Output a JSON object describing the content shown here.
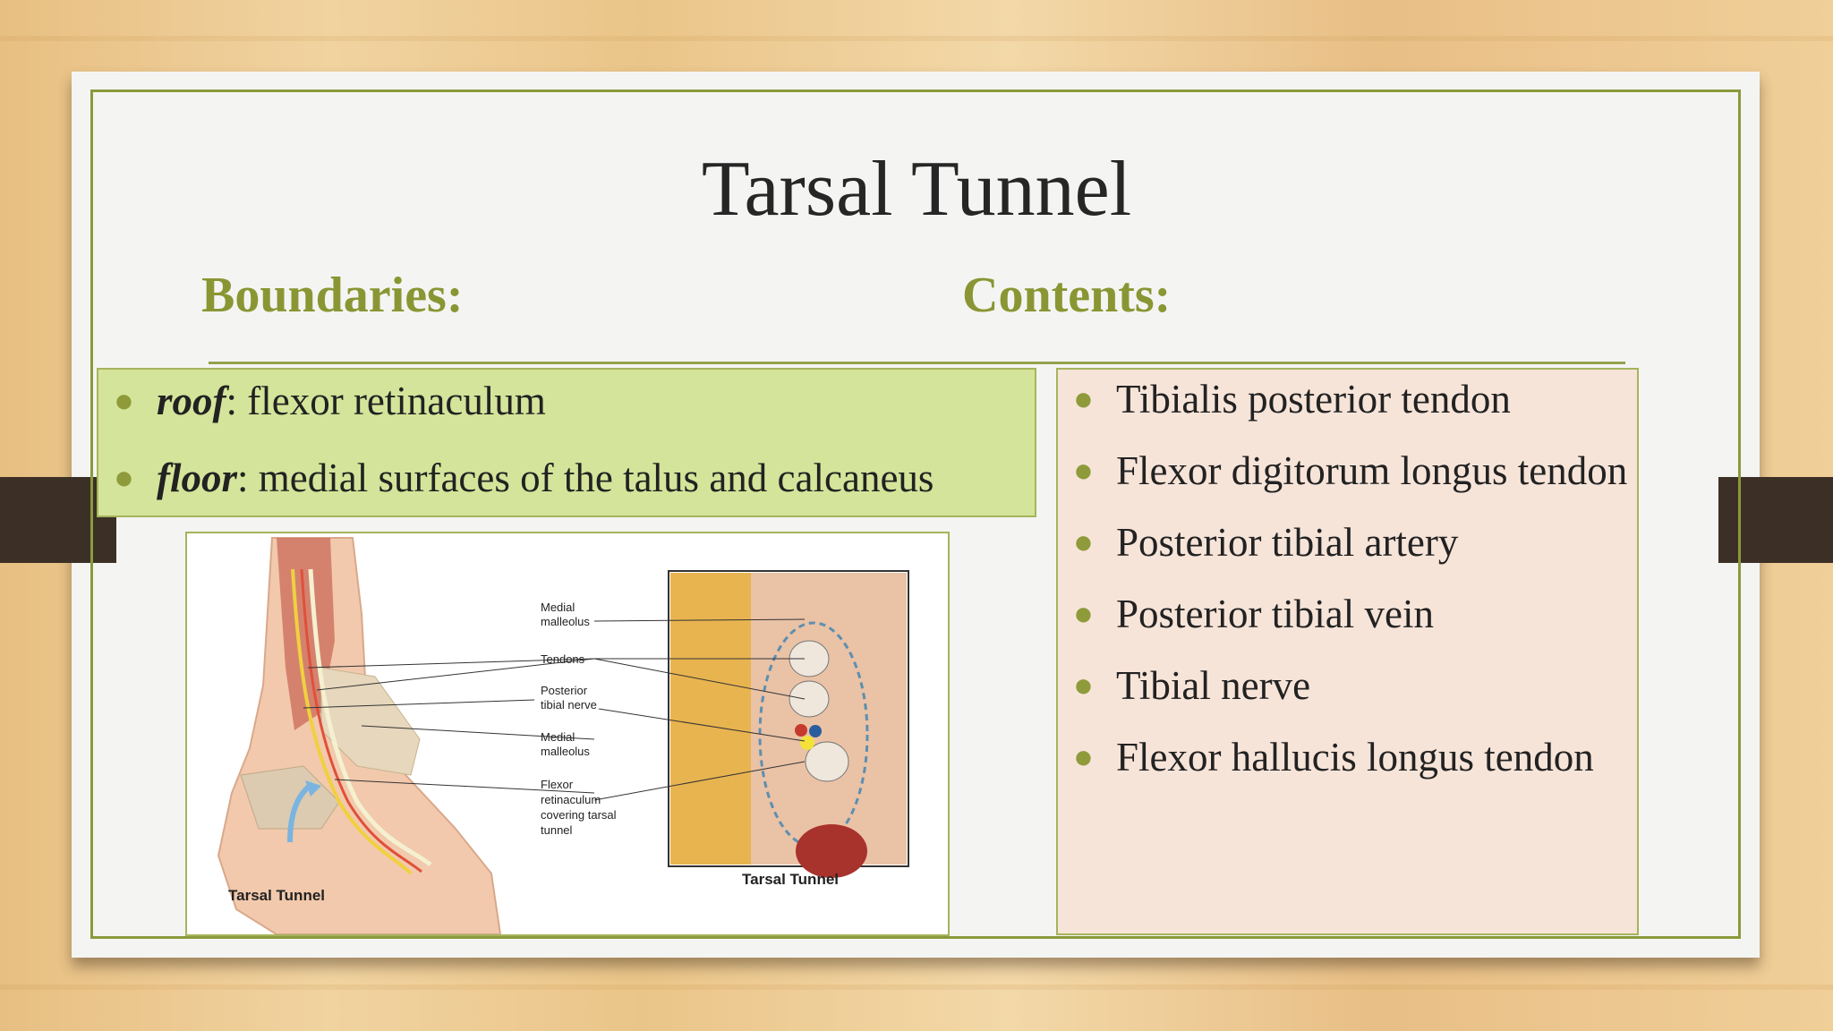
{
  "slide": {
    "title": "Tarsal Tunnel",
    "boundaries_heading": "Boundaries:",
    "contents_heading": "Contents:"
  },
  "boundaries": [
    {
      "term": "roof",
      "text": ": flexor retinaculum"
    },
    {
      "term": "floor",
      "text": ": medial surfaces of the talus and calcaneus"
    }
  ],
  "contents": [
    "Tibialis posterior tendon",
    "Flexor digitorum longus tendon",
    "Posterior tibial artery",
    "Posterior tibial vein",
    "Tibial nerve",
    "Flexor hallucis longus tendon"
  ],
  "figure": {
    "labels": {
      "medial_malleolus_1a": "Medial",
      "medial_malleolus_1b": "malleolus",
      "tendons": "Tendons",
      "posterior_tibial_nerve_a": "Posterior",
      "posterior_tibial_nerve_b": "tibial nerve",
      "medial_malleolus_2a": "Medial",
      "medial_malleolus_2b": "malleolus",
      "flexor_a": "Flexor",
      "flexor_b": "retinaculum",
      "flexor_c": "covering tarsal",
      "flexor_d": "tunnel"
    },
    "caption_left": "Tarsal Tunnel",
    "caption_right": "Tarsal Tunnel"
  },
  "colors": {
    "accent": "#8a9633",
    "boundaries_box": "#d4e49a",
    "contents_box": "#f7e4d9",
    "frame": "#8a9a3c"
  }
}
